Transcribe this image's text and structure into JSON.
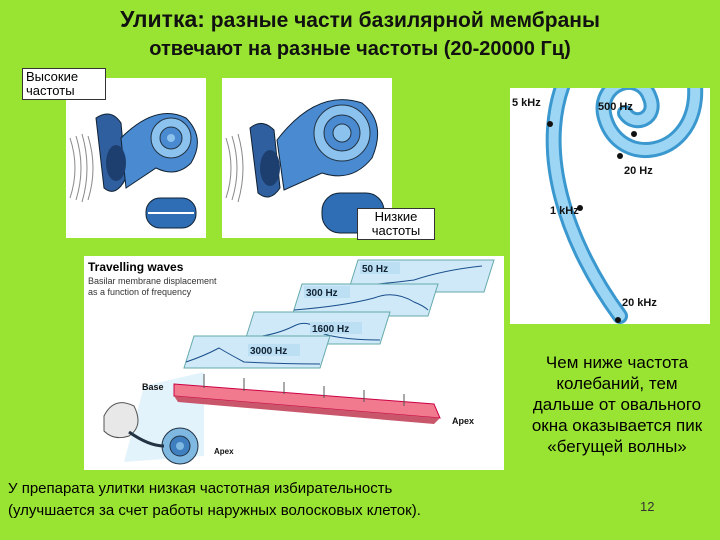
{
  "title_part1": "Улитка:",
  "title_part2": " разные части базилярной мембраны",
  "title_line2": "отвечают на разные частоты (20-20000 Гц)",
  "label_high": "Высокие частоты",
  "label_low": "Низкие частоты",
  "spiral_labels": [
    "5 kHz",
    "500 Hz",
    "20 Hz",
    "1 kHz",
    "20 kHz"
  ],
  "waves": {
    "title": "Travelling waves",
    "subtitle_line1": "Basilar membrane displacement",
    "subtitle_line2": "as a function of frequency",
    "freq_labels": [
      "50 Hz",
      "300 Hz",
      "1600 Hz",
      "3000 Hz"
    ],
    "base_label": "Base",
    "apex_label": "Apex",
    "apex_label2": "Apex"
  },
  "right_text": "Чем ниже частота колебаний, тем дальше от овального окна оказывается пик «бегущей волны»",
  "bottom_text_line1": "У препарата улитки низкая частотная избирательность",
  "bottom_text_line2": "(улучшается за счет работы наружных волосковых клеток).",
  "page_number": "12",
  "colors": {
    "background": "#99e433",
    "spiral": "#7fc4ea",
    "membrane": "#f27a8e"
  }
}
